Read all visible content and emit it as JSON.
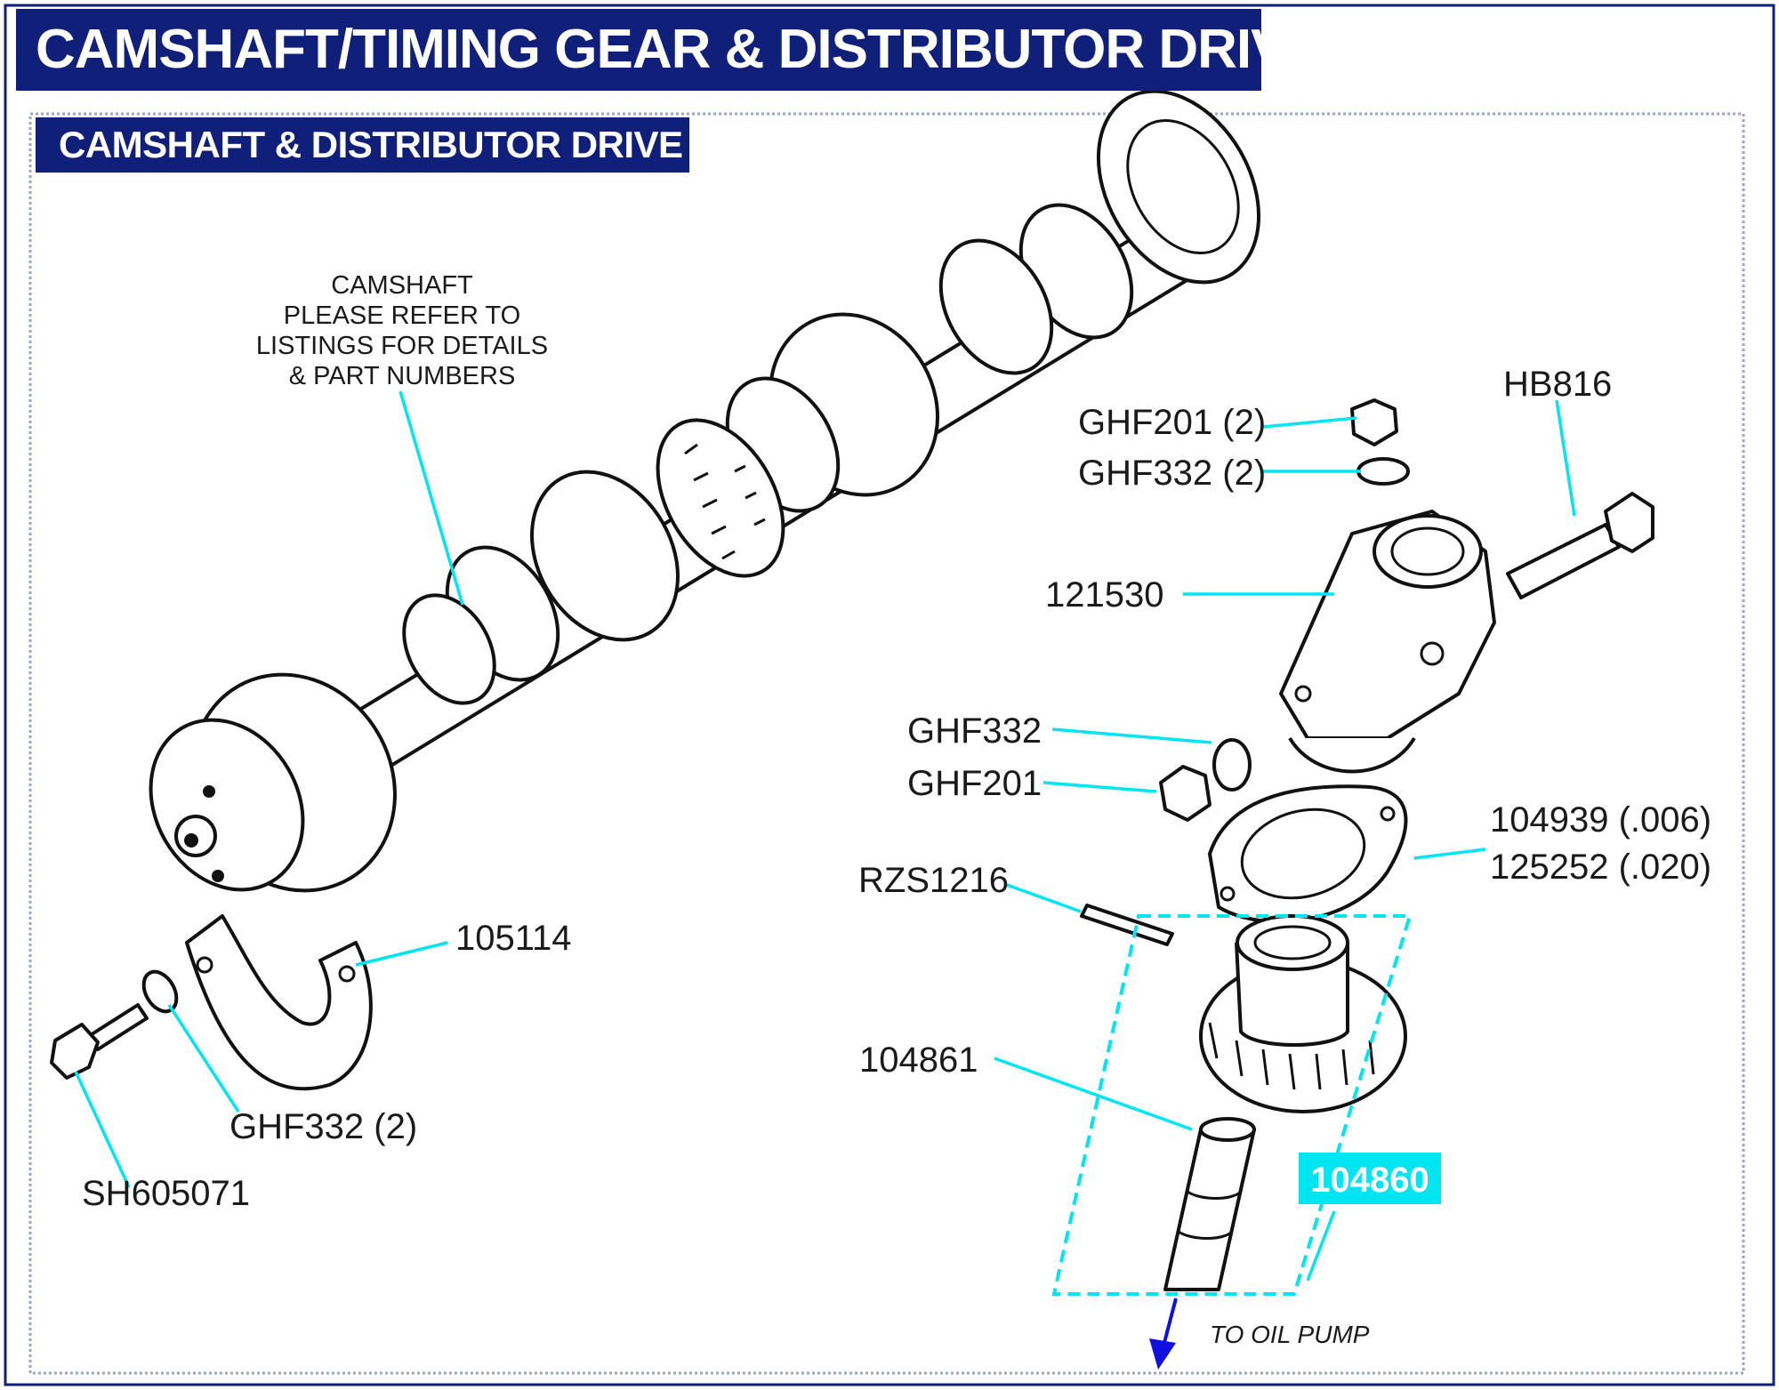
{
  "header": {
    "title": "CAMSHAFT/TIMING GEAR & DISTRIBUTOR DRIVE",
    "subtitle": "CAMSHAFT & DISTRIBUTOR DRIVE"
  },
  "camshaft_note": {
    "line1": "CAMSHAFT",
    "line2": "PLEASE REFER TO",
    "line3": "LISTINGS FOR DETAILS",
    "line4": "& PART NUMBERS"
  },
  "parts": {
    "ghf201_top": "GHF201 (2)",
    "ghf332_top": "GHF332 (2)",
    "hb816": "HB816",
    "p121530": "121530",
    "ghf332_mid": "GHF332",
    "ghf201_mid": "GHF201",
    "p104939": "104939 (.006)",
    "p125252": "125252 (.020)",
    "rzs1216": "RZS1216",
    "p105114": "105114",
    "p104861": "104861",
    "p104860": "104860",
    "ghf332_left": "GHF332 (2)",
    "sh605071": "SH605071"
  },
  "annotations": {
    "to_oil_pump": "TO OIL PUMP"
  },
  "colors": {
    "header_bg": "#0f1f7a",
    "leader": "#00e5f2",
    "highlight_box": "#00e5f2",
    "arrow": "#1010e0"
  }
}
